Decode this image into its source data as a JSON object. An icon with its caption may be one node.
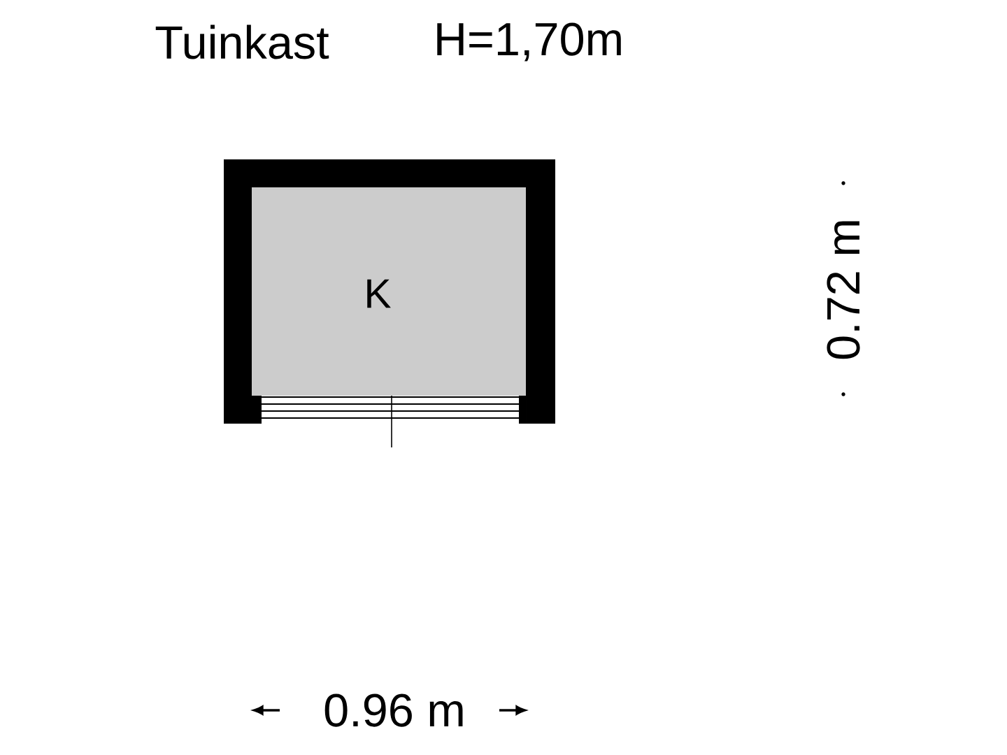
{
  "diagram": {
    "nodes": [
      {
        "text": [
          "K"
        ]
      }
    ],
    "labels": [
      "Tuinkast",
      "H=1,70m",
      "0.72 m",
      "0.96 m"
    ]
  }
}
